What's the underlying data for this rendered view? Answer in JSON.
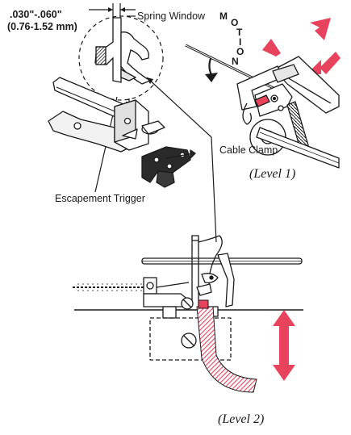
{
  "labels": {
    "gap_inch": ".030\"-.060\"",
    "gap_mm": "(0.76-1.52 mm)",
    "spring_window": "Spring Window",
    "motion": [
      "M",
      "O",
      "T",
      "I",
      "O",
      "N"
    ],
    "cable_clamp": "Cable Clamp",
    "escapement_trigger": "Escapement Trigger",
    "level_1": "(Level 1)",
    "level_2": "(Level 2)"
  },
  "colors": {
    "ink": "#1a1a1a",
    "accent_arrow": "#e8435c",
    "cable_stripe": "#e8435c",
    "shade": "#cfcfcf"
  },
  "icons": {
    "motion_arrow": "curved-arrow-icon",
    "double_arrow": "double-headed-arrow-icon",
    "pointer_arrow": "pointer-arrow-icon"
  }
}
